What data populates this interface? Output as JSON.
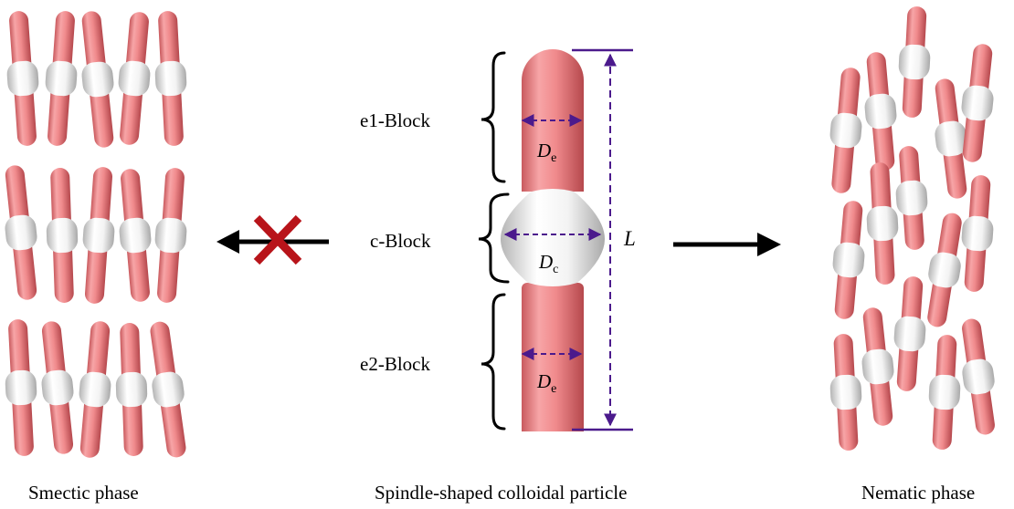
{
  "captions": {
    "smectic": "Smectic phase",
    "particle": "Spindle-shaped colloidal particle",
    "nematic": "Nematic phase"
  },
  "blocks": {
    "e1": "e1-Block",
    "c": "c-Block",
    "e2": "e2-Block"
  },
  "dimensions": {
    "length": "L",
    "diam_symbol": "D",
    "end_subscript": "e",
    "center_subscript": "c"
  },
  "colors": {
    "rod_pink": "#f08a8c",
    "center_white": "#f2f2f2",
    "dimension_purple": "#4b1a8c",
    "forbidden_x": "#b8141a",
    "arrow": "#000000"
  },
  "icons": {
    "forbidden": "red-x-cross-icon",
    "arrow_left": "arrow-left-icon",
    "arrow_right": "arrow-right-icon"
  }
}
